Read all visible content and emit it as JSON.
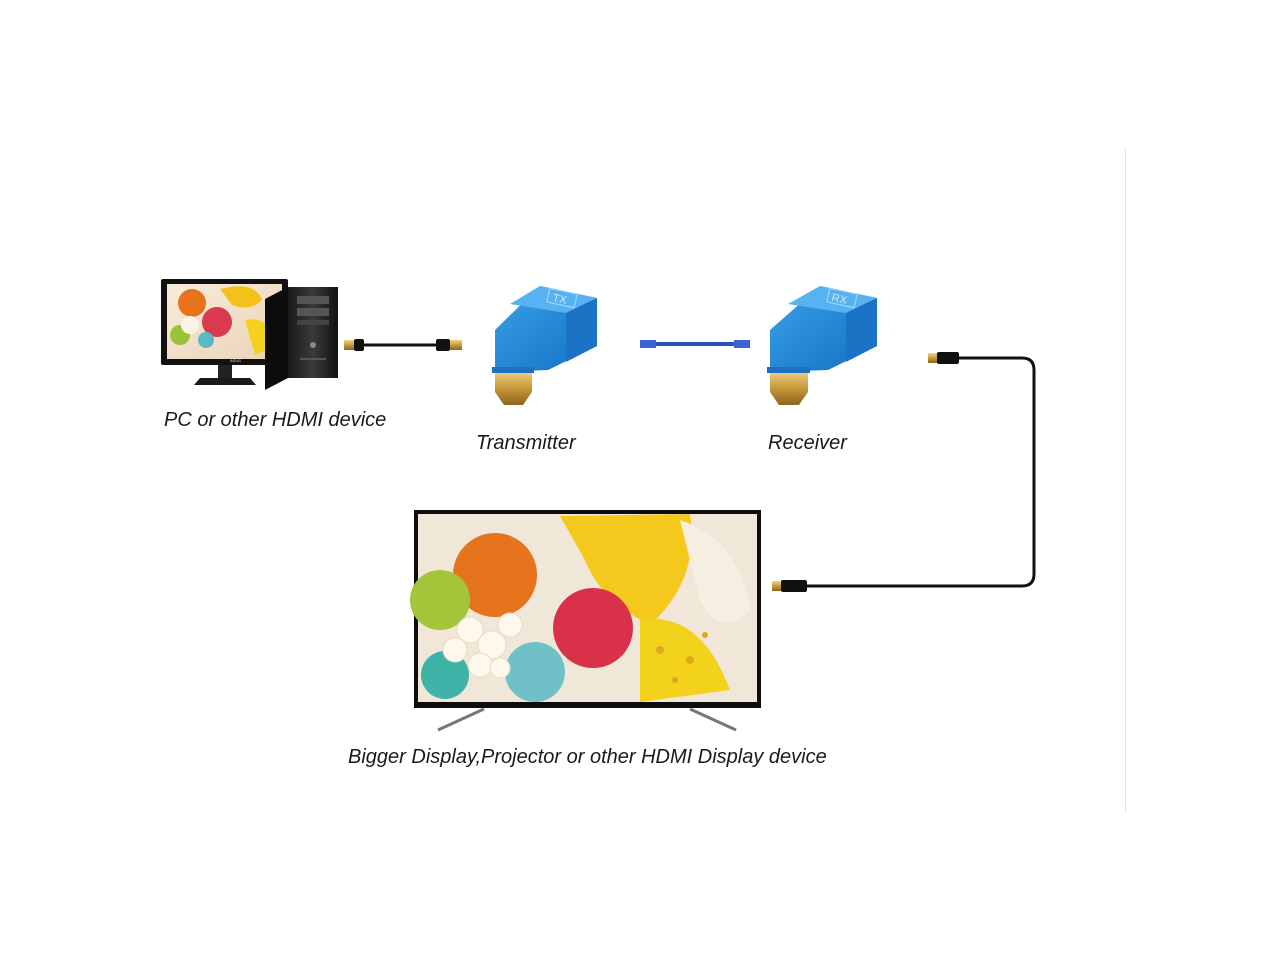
{
  "diagram": {
    "labels": {
      "source": "PC or other HDMI device",
      "transmitter": "Transmitter",
      "receiver": "Receiver",
      "display": "Bigger Display,Projector or other HDMI Display device"
    },
    "adapter_marks": {
      "transmitter": "TX",
      "receiver": "RX",
      "monitor_brand": "ASUS"
    },
    "colors": {
      "adapter_blue": "#1f86d6",
      "cable": "#111111",
      "lan_cable": "#2b4fb8",
      "hdmi_gold": "#d4a84a"
    }
  }
}
